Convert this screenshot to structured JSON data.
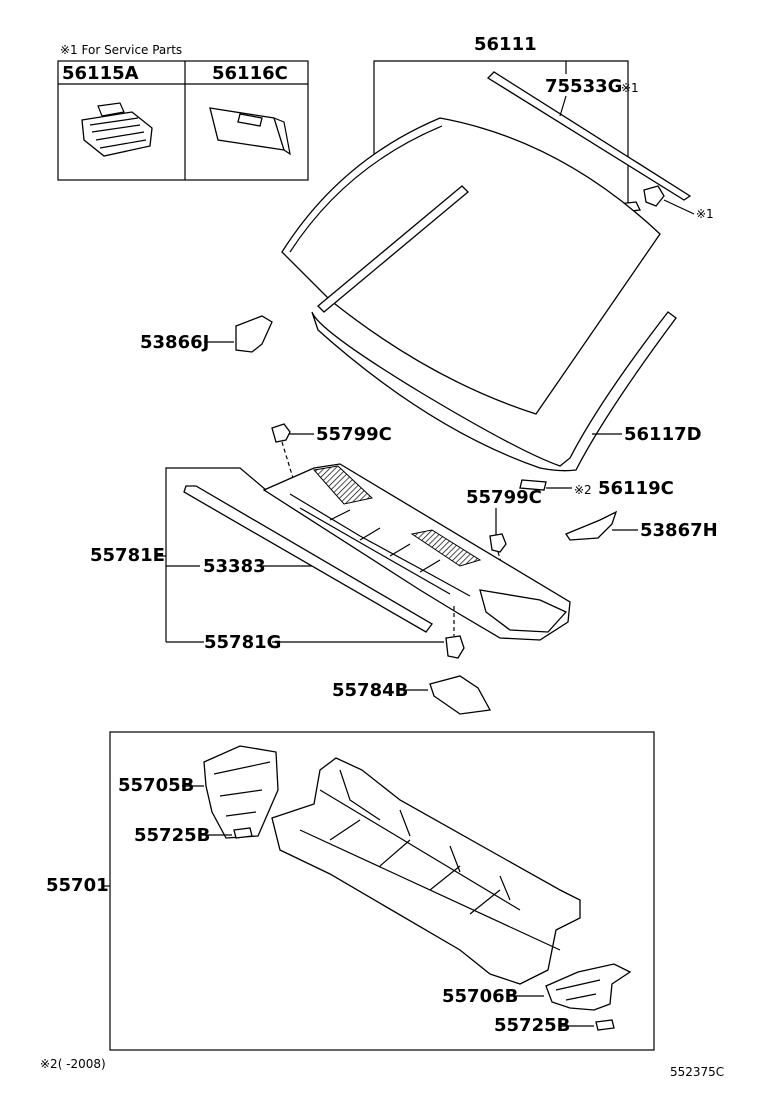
{
  "note": {
    "service_title": "※1 For Service Parts",
    "footnote": "※2(      -2008)",
    "diagram_code": "552375C"
  },
  "service_box": {
    "col1": "56115A",
    "col2": "56116C"
  },
  "labels": {
    "p56111": "56111",
    "p75533G": "75533G",
    "mark1_top": "※1",
    "mark1_right": "※1",
    "p53866J": "53866J",
    "p55799C_a": "55799C",
    "p56117D": "56117D",
    "mark2": "※2",
    "p56119C": "56119C",
    "p55799C_b": "55799C",
    "p53867H": "53867H",
    "p55781E": "55781E",
    "p53383": "53383",
    "p55781G": "55781G",
    "p55784B": "55784B",
    "p55705B": "55705B",
    "p55725B_a": "55725B",
    "p55701": "55701",
    "p55706B": "55706B",
    "p55725B_b": "55725B"
  },
  "icon_names": [
    "windshield-glass",
    "cowl-top-panel",
    "dash-panel",
    "clip",
    "molding"
  ]
}
